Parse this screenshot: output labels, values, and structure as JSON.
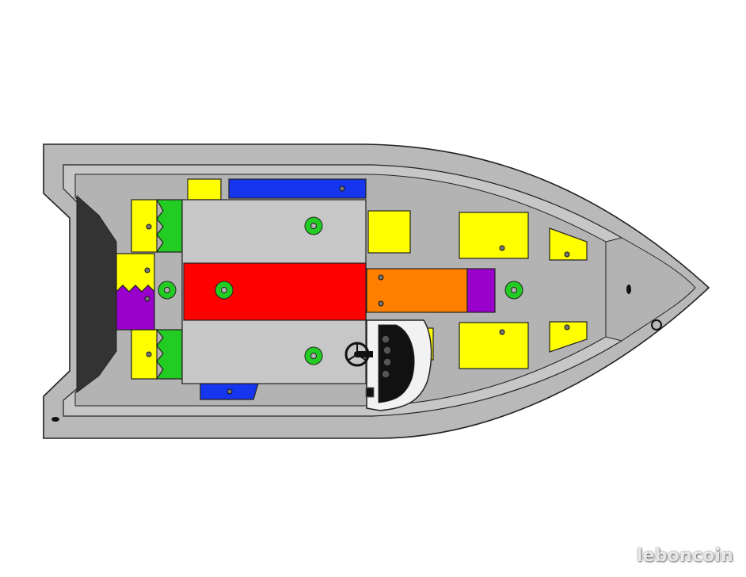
{
  "diagram": {
    "subject": "boat-deck-layout-top-view",
    "colors": {
      "hull": "#b9b9b9",
      "deck": "#c7c7c7",
      "inner_floor": "#b3b3b3",
      "outline": "#222222",
      "transom": "#333333",
      "yellow": "#ffff00",
      "green": "#22cc22",
      "blue": "#1535ee",
      "red": "#ff0000",
      "orange": "#ff8000",
      "purple": "#9900cc",
      "black": "#111111"
    },
    "compartments": [
      {
        "name": "stern-seat-upper",
        "color": "yellow"
      },
      {
        "name": "stern-seat-upper-cushion",
        "color": "green"
      },
      {
        "name": "stern-seat-lower",
        "color": "yellow"
      },
      {
        "name": "stern-seat-lower-cushion",
        "color": "green"
      },
      {
        "name": "stern-center-seat",
        "color": "yellow"
      },
      {
        "name": "stern-center-locker",
        "color": "purple"
      },
      {
        "name": "rod-locker-port",
        "color": "blue"
      },
      {
        "name": "rod-locker-starboard",
        "color": "blue"
      },
      {
        "name": "small-hatch-stern-port",
        "color": "yellow"
      },
      {
        "name": "center-livewell",
        "color": "red"
      },
      {
        "name": "mid-storage-hatch",
        "color": "yellow"
      },
      {
        "name": "console-storage",
        "color": "orange"
      },
      {
        "name": "bow-locker",
        "color": "purple"
      },
      {
        "name": "bow-hatch-port",
        "color": "yellow"
      },
      {
        "name": "bow-hatch-starboard",
        "color": "yellow"
      },
      {
        "name": "front-hatch-port",
        "color": "yellow"
      },
      {
        "name": "front-hatch-starboard",
        "color": "yellow"
      },
      {
        "name": "console-side-panel",
        "color": "yellow"
      }
    ],
    "seat_pedestals": [
      "pedestal-stern",
      "pedestal-center",
      "pedestal-port",
      "pedestal-starboard",
      "pedestal-bow"
    ],
    "console": {
      "name": "helm-console",
      "icon": "steering-wheel-icon",
      "gauges": 4
    },
    "watermark": "leboncoin"
  }
}
